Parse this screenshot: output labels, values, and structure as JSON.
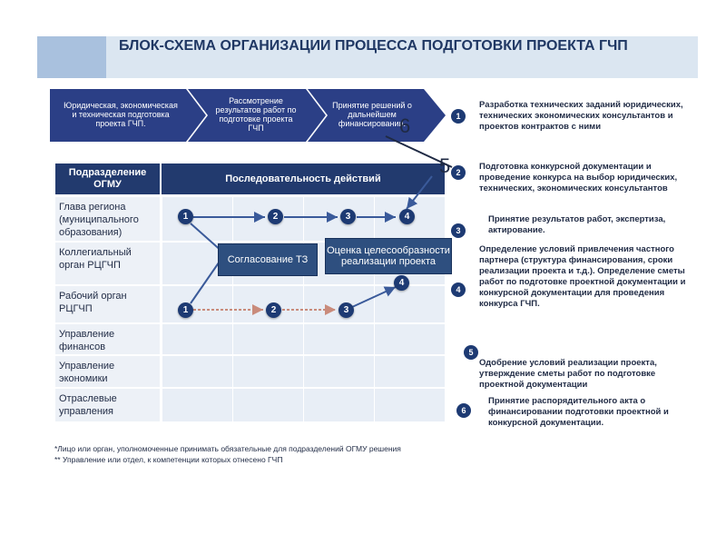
{
  "title": "БЛОК-СХЕМА ОРГАНИЗАЦИИ ПРОЦЕССА ПОДГОТОВКИ ПРОЕКТА ГЧП",
  "stages": [
    "Юридическая, экономическая и техническая подготовка проекта ГЧП.",
    "Рассмотрение результатов работ по подготовке проекта ГЧП",
    "Принятие решений о дальнейшем финансировании."
  ],
  "table": {
    "header_col1": "Подразделение ОГМУ",
    "header_col2": "Последовательность действий",
    "rows": [
      "Глава региона (муниципального образования)",
      "Коллегиальный орган РЦГЧП",
      "Рабочий орган РЦГЧП",
      "Управление финансов",
      "Управление экономики",
      "Отраслевые управления"
    ]
  },
  "steps": {
    "row1": [
      "1",
      "2",
      "3",
      "4"
    ],
    "row3": [
      "1",
      "2",
      "3",
      "4"
    ]
  },
  "callouts": {
    "approval": "Согласование ТЗ",
    "evaluation": "Оценка целесообразности реализации проекта"
  },
  "overlay_numbers": [
    "6",
    "5"
  ],
  "legend": [
    {
      "num": "1",
      "text": "Разработка технических заданий юридических, технических экономических консультантов и проектов контрактов с ними"
    },
    {
      "num": "2",
      "text": "Подготовка конкурсной документации и проведение конкурса на выбор юридических, технических, экономических консультантов"
    },
    {
      "num": "3",
      "text": "Принятие результатов работ, экспертиза, актирование."
    },
    {
      "num": "4",
      "text": "Определение условий привлечения частного партнера (структура финансирования, сроки реализации проекта и т.д.). Определение сметы работ по подготовке проектной документации и конкурсной документации для проведения конкурса ГЧП."
    },
    {
      "num": "5",
      "text": "Одобрение условий реализации проекта, утверждение сметы работ по подготовке проектной документации"
    },
    {
      "num": "6",
      "text": "Принятие распорядительного акта о финансировании подготовки проектной и конкурсной документации."
    }
  ],
  "footnotes": [
    "*Лицо или орган, уполномоченные принимать обязательные для подразделений ОГМУ решения",
    "** Управление или отдел, к компетенции которых отнесено ГЧП"
  ],
  "colors": {
    "navy": "#223a6e",
    "banner": "#2b3f86",
    "cell": "#e8eef6",
    "arrow_dotted": "#c98b7b"
  }
}
